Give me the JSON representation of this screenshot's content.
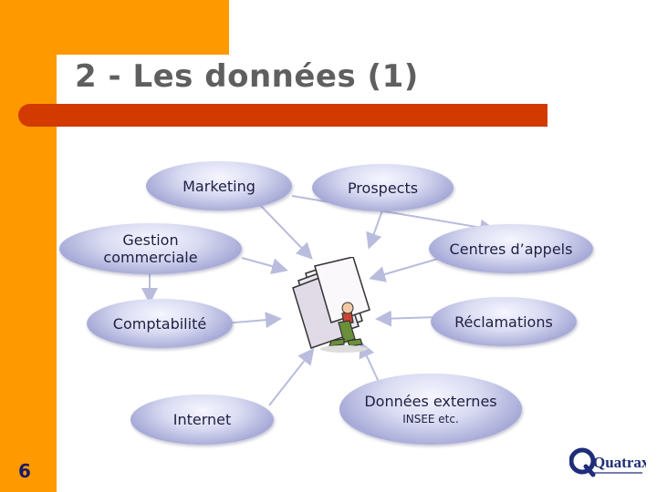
{
  "slide": {
    "title": "2 - Les données (1)",
    "number": "6"
  },
  "nodes": {
    "marketing": "Marketing",
    "prospects": "Prospects",
    "gestion_line1": "Gestion",
    "gestion_line2": "commerciale",
    "centres": "Centres d’appels",
    "comptabilite": "Comptabilité",
    "reclamations": "Réclamations",
    "internet": "Internet",
    "externes": "Données externes",
    "externes_sub": "INSEE etc."
  },
  "logo": {
    "text": "Quatrax",
    "icon": "quatrax-logo"
  },
  "colors": {
    "orange": "#ff9900",
    "red_bar": "#d23a00",
    "node_fill": "#b8bbe2",
    "arrow": "#b9bcdc"
  }
}
